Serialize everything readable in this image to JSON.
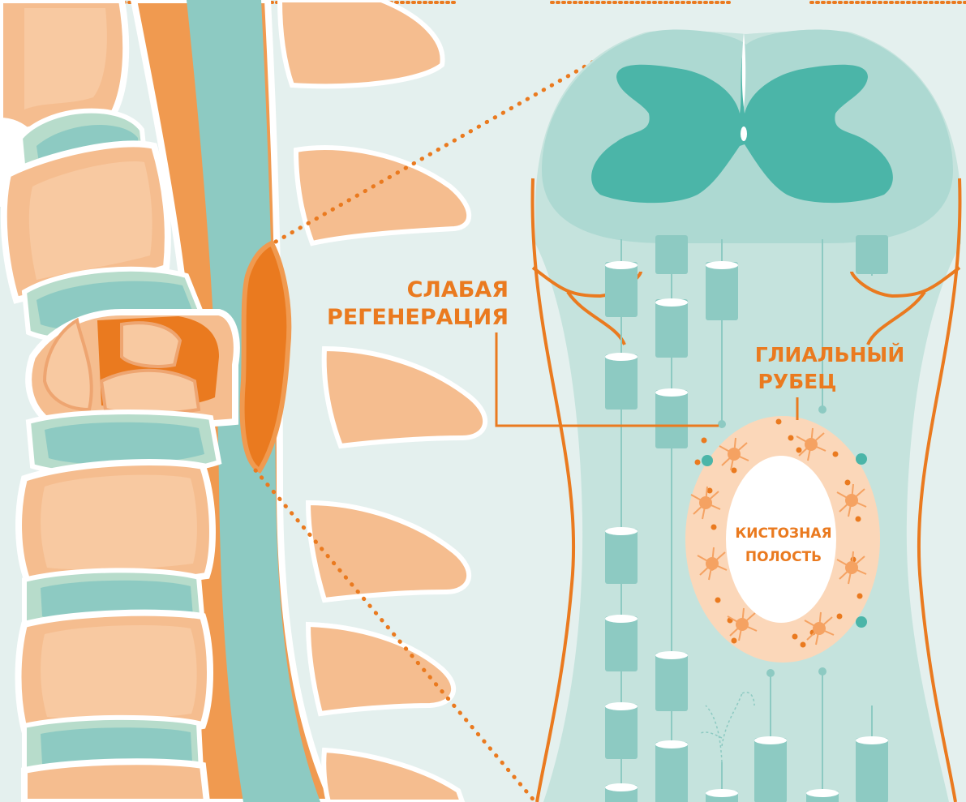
{
  "labels": {
    "weak_regeneration": [
      "СЛАБАЯ",
      "РЕГЕНЕРАЦИЯ"
    ],
    "glial_scar": [
      "ГЛИАЛЬНЫЙ",
      "РУБЕЦ"
    ],
    "cystic_cavity": [
      "КИСТОЗНАЯ",
      "ПОЛОСТЬ"
    ]
  },
  "colors": {
    "background": "#e4f0ee",
    "bone": "#f5bd8f",
    "bone_edge": "#eea571",
    "disc_outer": "#b7dccb",
    "disc_inner": "#8dcac2",
    "cord_canal": "#f09a50",
    "cord": "#8dcac2",
    "injury": "#ea7a1f",
    "cord_section_light": "#add9d2",
    "gray_matter": "#4bb5a8",
    "axon": "#8dcac2",
    "scar": "#fbd7b9",
    "accent": "#ea7a1f"
  }
}
